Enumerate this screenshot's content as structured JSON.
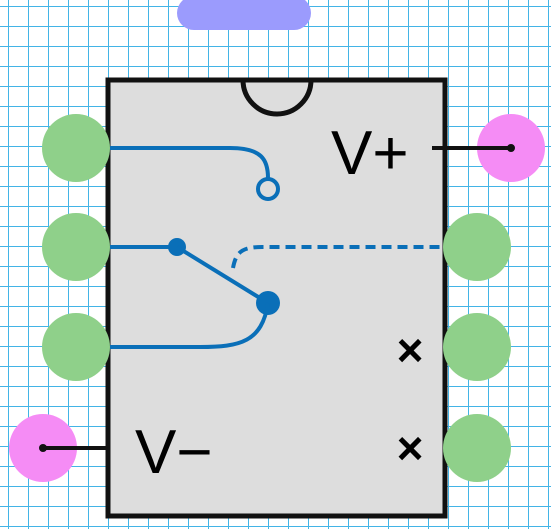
{
  "diagram": {
    "labels": {
      "v_plus": "V+",
      "v_minus": "V−",
      "nc_mark_1": "×",
      "nc_mark_2": "×"
    },
    "colors": {
      "chip_fill": "#dddddd",
      "chip_stroke": "#111111",
      "pin_green": "#8fd08a",
      "pin_magenta": "#f58cf5",
      "tab_blue": "#9b9bfd",
      "wire_blue": "#0a6fb8",
      "grid": "#43b4e6"
    },
    "pins": {
      "left": [
        "green",
        "green",
        "green",
        "magenta"
      ],
      "right": [
        "magenta",
        "green",
        "green",
        "green"
      ]
    }
  }
}
